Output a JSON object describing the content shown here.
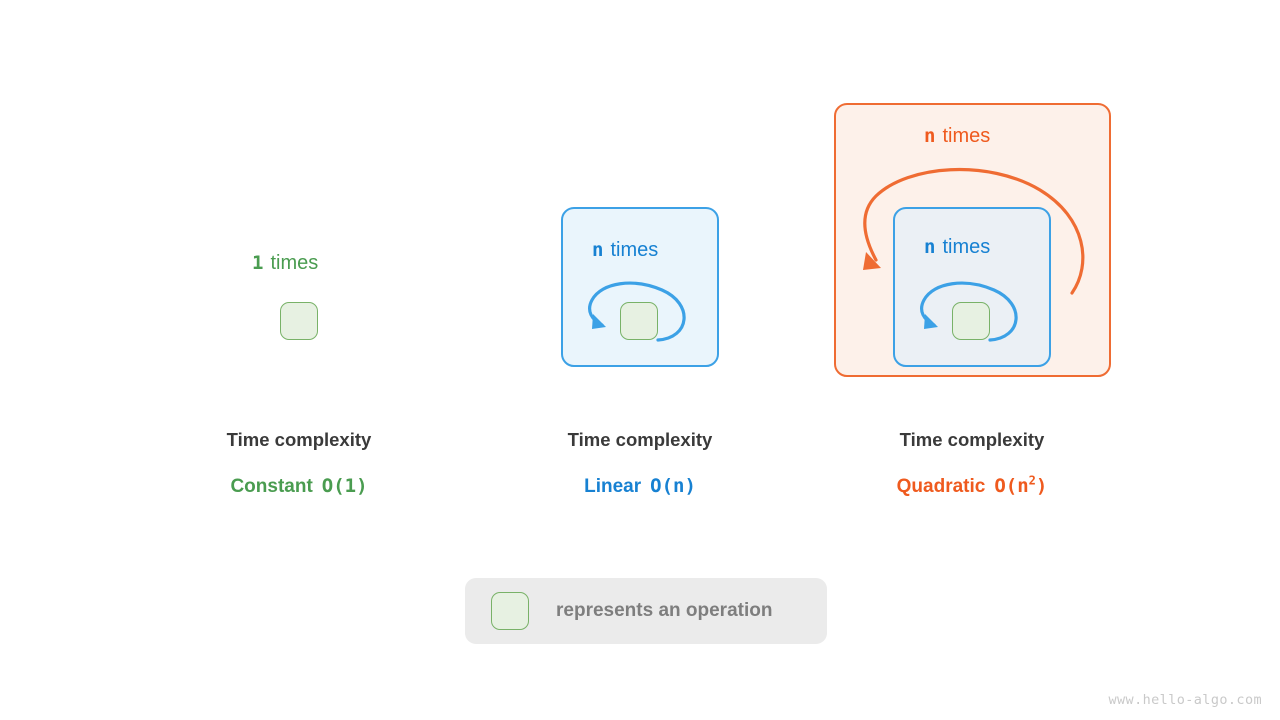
{
  "page": {
    "background": "#ffffff",
    "watermark": "www.hello-algo.com"
  },
  "colors": {
    "green_text": "#4a9c50",
    "green_border": "#79b268",
    "green_fill": "#e7f1e2",
    "blue_text": "#1781d2",
    "blue_border": "#3ca1e6",
    "blue_fill": "#eaf5fc",
    "blue_fill_inner": "#ebf0f5",
    "orange_text": "#ef5a1e",
    "orange_border": "#ef6c33",
    "orange_fill": "#fdf1ea",
    "caption_title": "#3a3a3a",
    "legend_bg": "#ebebeb",
    "legend_text": "#7e7e7e"
  },
  "figures": [
    {
      "id": "constant",
      "loop_count": "1",
      "loop_word": "times",
      "caption_title": "Time complexity",
      "complexity_name": "Constant",
      "complexity_notation": "O(1)",
      "notation_exponent": "",
      "accent": "#4a9c50"
    },
    {
      "id": "linear",
      "loop_count": "n",
      "loop_word": "times",
      "caption_title": "Time complexity",
      "complexity_name": "Linear",
      "complexity_notation": "O(n)",
      "notation_exponent": "",
      "accent": "#1781d2"
    },
    {
      "id": "quadratic",
      "outer_loop_count": "n",
      "outer_loop_word": "times",
      "loop_count": "n",
      "loop_word": "times",
      "caption_title": "Time complexity",
      "complexity_name": "Quadratic",
      "complexity_notation_prefix": "O(n",
      "notation_exponent": "2",
      "complexity_notation_suffix": ")",
      "accent": "#ef5a1e"
    }
  ],
  "legend": {
    "swatch_label": "operation-square",
    "text": "represents an operation"
  }
}
